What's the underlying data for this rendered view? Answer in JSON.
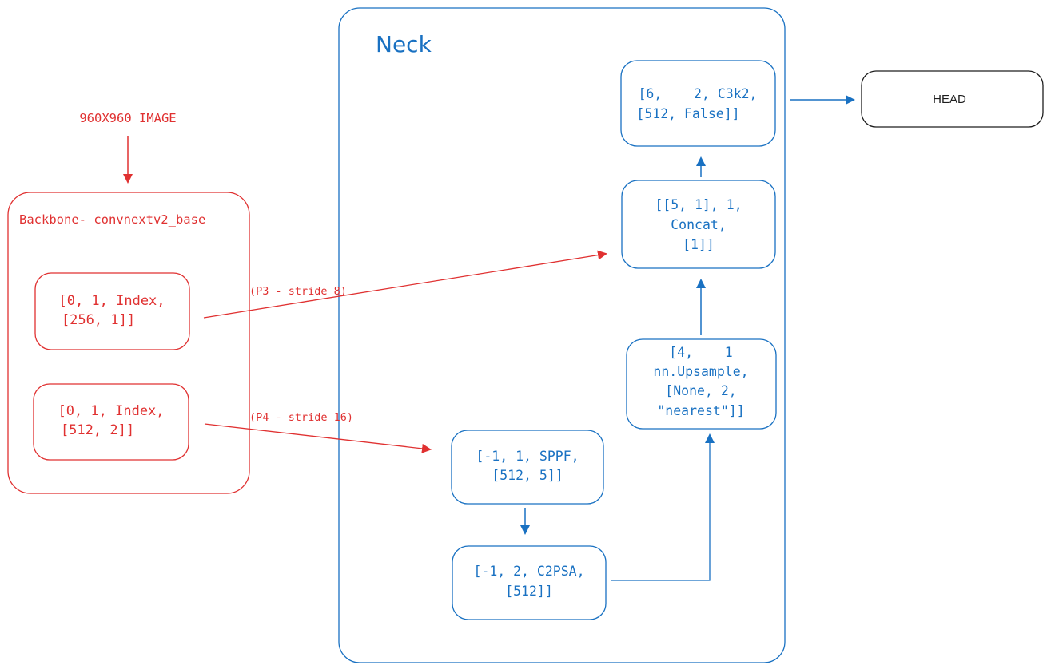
{
  "colors": {
    "backbone": "#e03131",
    "neck": "#1971c2",
    "head": "#1e1e1e",
    "background": "#ffffff"
  },
  "input": {
    "label": "960X960 IMAGE"
  },
  "backbone": {
    "title": "Backbone- convnextv2_base",
    "p3_node": {
      "line1": "[0, 1, Index,",
      "line2": "[256, 1]]"
    },
    "p4_node": {
      "line1": "[0, 1, Index,",
      "line2": "[512, 2]]"
    }
  },
  "edges": {
    "p3_label": "(P3 - stride 8)",
    "p4_label": "(P4 - stride 16)"
  },
  "neck": {
    "title": "Neck",
    "sppf": {
      "line1": "[-1, 1, SPPF,",
      "line2": "[512, 5]]"
    },
    "c2psa": {
      "line1": "[-1, 2, C2PSA,",
      "line2": "[512]]"
    },
    "upsample": {
      "line1": "[4,    1",
      "line2": "nn.Upsample,",
      "line3": "[None, 2,",
      "line4": "\"nearest\"]]"
    },
    "concat": {
      "line1": "[[5, 1], 1,",
      "line2": "Concat,",
      "line3": "[1]]"
    },
    "c3k2": {
      "line1": "[6,    2, C3k2,",
      "line2": "[512, False]]"
    }
  },
  "head": {
    "label": "HEAD"
  }
}
